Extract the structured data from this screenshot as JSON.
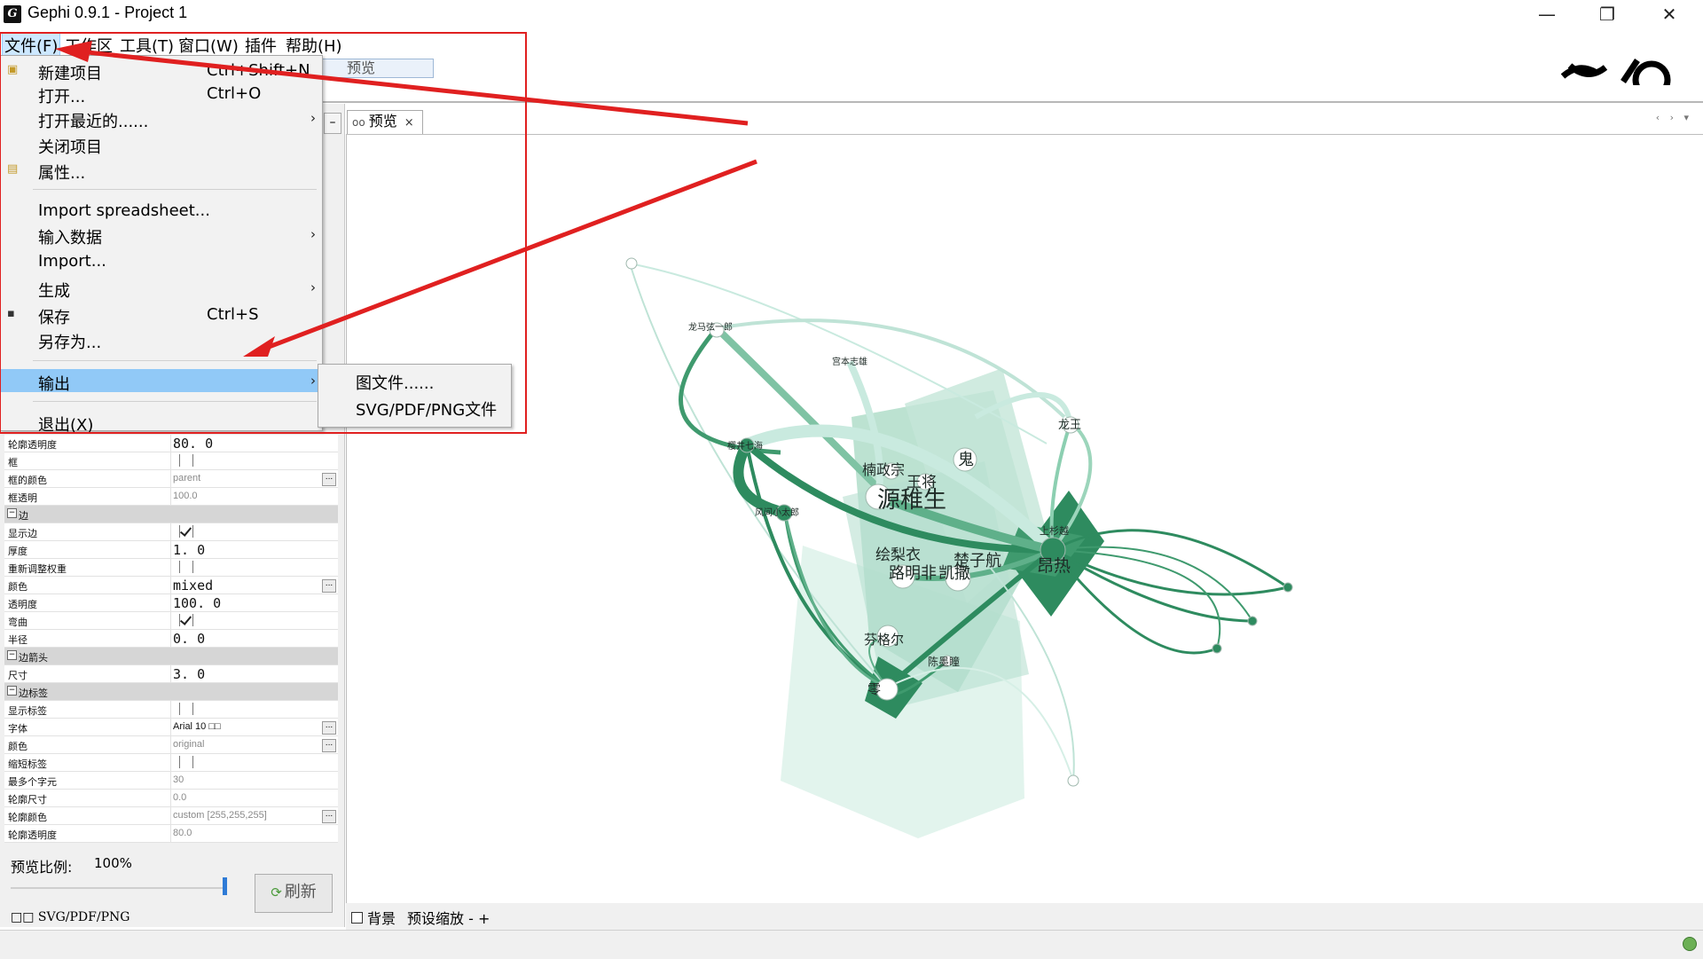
{
  "window": {
    "title": "Gephi 0.9.1 - Project 1",
    "controls": {
      "minimize": "—",
      "maximize": "❐",
      "close": "✕"
    }
  },
  "menubar": {
    "items": [
      "文件(F)",
      "工作区",
      "工具(T)",
      "窗口(W)",
      "插件",
      "帮助(H)"
    ],
    "active": "文件(F)"
  },
  "toolbar": {
    "preview_button": "预览"
  },
  "file_menu": {
    "items": [
      {
        "label": "新建项目",
        "shortcut": "Ctrl+Shift+N",
        "icon": "new-project-icon"
      },
      {
        "label": "打开...",
        "shortcut": "Ctrl+O"
      },
      {
        "label": "打开最近的......",
        "submenu": true
      },
      {
        "label": "关闭项目"
      },
      {
        "label": "属性...",
        "icon": "properties-icon"
      },
      {
        "label": "Import spreadsheet..."
      },
      {
        "label": "输入数据",
        "submenu": true
      },
      {
        "label": "Import..."
      },
      {
        "label": "生成",
        "submenu": true
      },
      {
        "label": "保存",
        "shortcut": "Ctrl+S",
        "icon": "save-icon"
      },
      {
        "label": "另存为..."
      },
      {
        "label": "输出",
        "submenu": true,
        "highlighted": true
      },
      {
        "label": "退出(X)"
      }
    ],
    "submenu_export": [
      "图文件......",
      "SVG/PDF/PNG文件"
    ]
  },
  "properties": {
    "rows": [
      {
        "type": "row",
        "name": "轮廓透明度",
        "value": "80. 0",
        "style": "mono"
      },
      {
        "type": "row",
        "name": "框",
        "check": false
      },
      {
        "type": "row",
        "name": "框的颜色",
        "value": "parent",
        "style": "gray",
        "ellipsis": true
      },
      {
        "type": "row",
        "name": "框透明",
        "value": "100.0",
        "style": "gray"
      },
      {
        "type": "section",
        "name": "边"
      },
      {
        "type": "row",
        "name": "显示边",
        "check": true
      },
      {
        "type": "row",
        "name": "厚度",
        "value": "1. 0",
        "style": "mono"
      },
      {
        "type": "row",
        "name": "重新调整权重",
        "check": false
      },
      {
        "type": "row",
        "name": "颜色",
        "value": "mixed",
        "style": "mono",
        "ellipsis": true
      },
      {
        "type": "row",
        "name": "透明度",
        "value": "100. 0",
        "style": "mono"
      },
      {
        "type": "row",
        "name": "弯曲",
        "check": true
      },
      {
        "type": "row",
        "name": "半径",
        "value": "0. 0",
        "style": "mono"
      },
      {
        "type": "section",
        "name": "边箭头"
      },
      {
        "type": "row",
        "name": "尺寸",
        "value": "3. 0",
        "style": "mono"
      },
      {
        "type": "section",
        "name": "边标签"
      },
      {
        "type": "row",
        "name": "显示标签",
        "check": false
      },
      {
        "type": "row",
        "name": "字体",
        "value": "Arial 10 □□",
        "style": "small",
        "ellipsis": true
      },
      {
        "type": "row",
        "name": "颜色",
        "value": "original",
        "style": "gray",
        "ellipsis": true
      },
      {
        "type": "row",
        "name": "缩短标签",
        "check": false
      },
      {
        "type": "row",
        "name": "最多个字元",
        "value": "30",
        "style": "gray"
      },
      {
        "type": "row",
        "name": "轮廓尺寸",
        "value": "0.0",
        "style": "gray"
      },
      {
        "type": "row",
        "name": "轮廓颜色",
        "value": "custom [255,255,255]",
        "style": "gray",
        "ellipsis": true
      },
      {
        "type": "row",
        "name": "轮廓透明度",
        "value": "80.0",
        "style": "gray"
      }
    ]
  },
  "preview_controls": {
    "zoom_label": "预览比例:",
    "zoom_value": "100%",
    "zoom_fraction": 1.0,
    "refresh_button": "刷新",
    "export_label": "□□ SVG/PDF/PNG"
  },
  "preview_tab": {
    "label": "预览",
    "close": "×"
  },
  "bottom_bar": {
    "background_label": "背景",
    "preset_zoom": "预设缩放 - +"
  },
  "graph": {
    "node_labels": [
      "源稚生",
      "楠政宗",
      "王将",
      "鬼",
      "龙王",
      "上杉越",
      "昂热",
      "楚子航",
      "绘梨衣",
      "路明非",
      "凯撒",
      "芬格尔",
      "零",
      "陈墨瞳",
      "风间小太郎",
      "樱井七海",
      "龙马弦一郎",
      "宫本志雄"
    ],
    "colors": {
      "dark_green": "#2e8b5f",
      "mid_green": "#5fb08a",
      "light_green": "#bfe3d6"
    }
  },
  "annotation": {
    "color": "#e02020"
  }
}
